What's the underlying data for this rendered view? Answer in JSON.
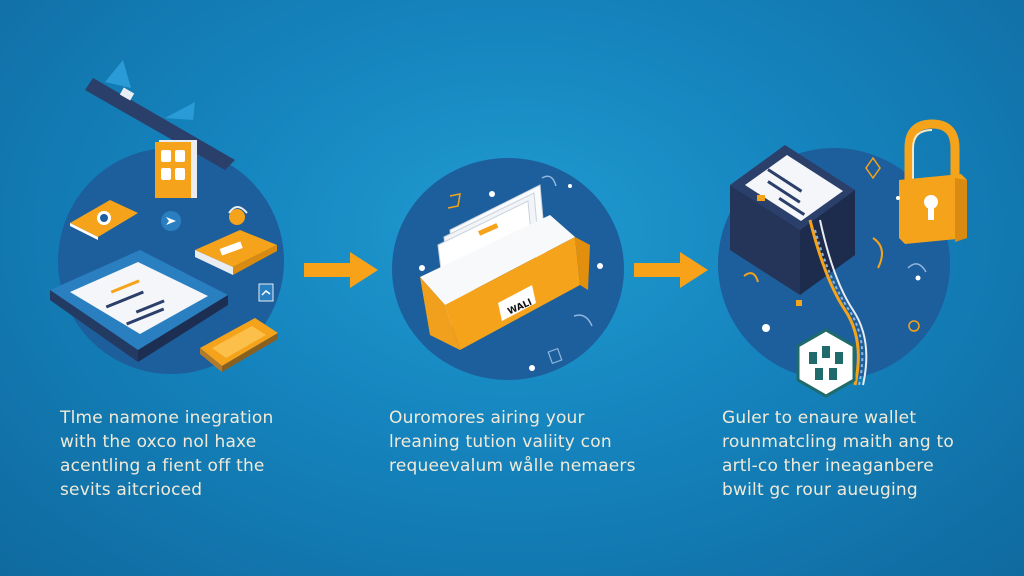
{
  "colors": {
    "background": "#1583bd",
    "circle": "#1d5f9c",
    "accent_orange": "#f5a31a",
    "navy": "#2b3f6b",
    "text": "#f2ead8"
  },
  "steps": [
    {
      "id": "integration",
      "icons": [
        "tablet-icon",
        "phone-icon",
        "app-grid-icon",
        "airplane-icon",
        "card-icon",
        "lock-key-icon"
      ],
      "lines": [
        "Tlme namone inegration",
        "with the oxco nol haxe",
        "acentling a fient off the",
        "sevits aitcrioced"
      ]
    },
    {
      "id": "storage",
      "icons": [
        "folder-box-icon",
        "document-icon"
      ],
      "box_label": "WALl",
      "lines": [
        "Ouromores airing your",
        "lreaning tution valiity con",
        "requeevalum wålle nemaers"
      ]
    },
    {
      "id": "security",
      "icons": [
        "server-box-icon",
        "padlock-icon",
        "data-stream-icon",
        "hexagon-badge-icon"
      ],
      "lines": [
        "Guler to enaure wallet",
        "rounmatcling maith ang to",
        "artl-co ther ineaganbere",
        "bwilt gc rour aueuging"
      ]
    }
  ],
  "arrows": [
    {
      "from": "integration",
      "to": "storage"
    },
    {
      "from": "storage",
      "to": "security"
    }
  ]
}
